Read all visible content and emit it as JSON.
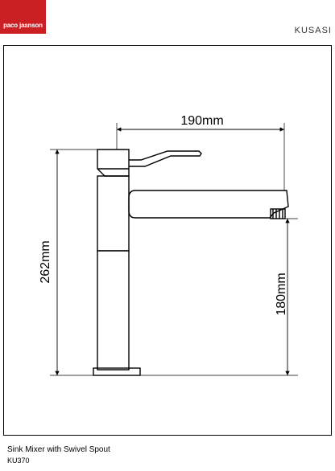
{
  "header": {
    "brand": "paco jaanson",
    "model": "KUSASI"
  },
  "dimensions": {
    "width": "190mm",
    "height": "262mm",
    "spout_height": "180mm"
  },
  "footer": {
    "title": "Sink Mixer with Swivel Spout",
    "code": "KU370"
  },
  "colors": {
    "brand_red": "#cc1f24",
    "line": "#000000"
  }
}
